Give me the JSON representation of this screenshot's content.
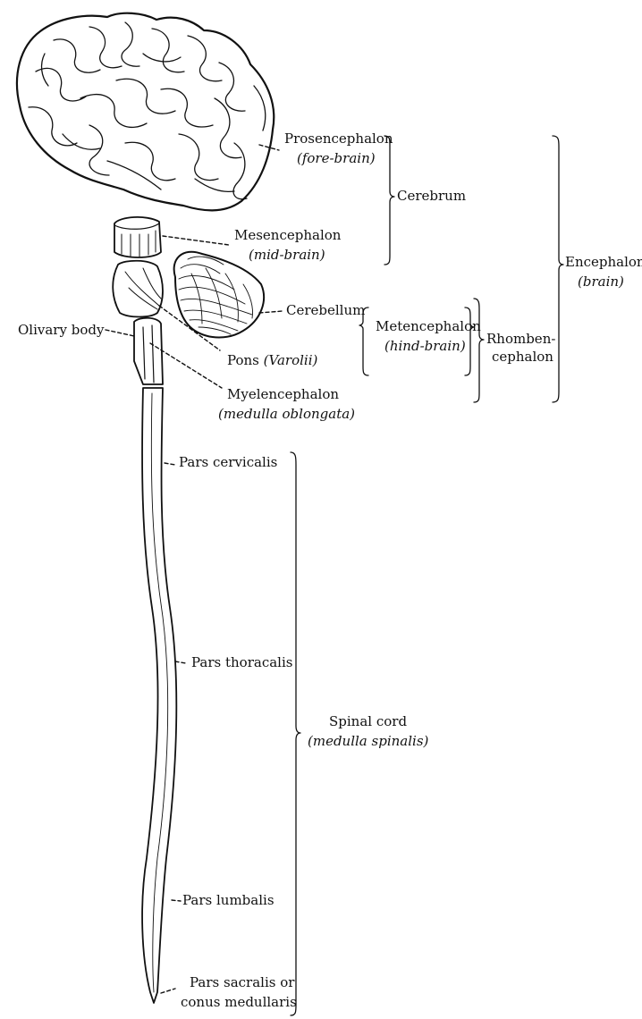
{
  "labels": {
    "prosencephalon": "Prosencephalon",
    "prosencephalon_sub": "(fore-brain)",
    "cerebrum": "Cerebrum",
    "mesencephalon": "Mesencephalon",
    "mesencephalon_sub": "(mid-brain)",
    "encephalon": "Encephalon",
    "encephalon_sub": "(brain)",
    "cerebellum": "Cerebellum",
    "olivary_body": "Olivary body",
    "metencephalon": "Metencephalon",
    "metencephalon_sub": "(hind-brain)",
    "rhombencephalon_1": "Rhomben-",
    "rhombencephalon_2": "cephalon",
    "pons": "Pons",
    "pons_sub": "(Varolii)",
    "myelencephalon": "Myelencephalon",
    "myelencephalon_sub": "(medulla oblongata)",
    "pars_cervicalis": "Pars cervicalis",
    "pars_thoracalis": "Pars thoracalis",
    "spinal_cord": "Spinal cord",
    "spinal_cord_sub": "(medulla spinalis)",
    "pars_lumbalis": "Pars lumbalis",
    "pars_sacralis_1": "Pars sacralis or",
    "pars_sacralis_2": "conus medullaris"
  }
}
